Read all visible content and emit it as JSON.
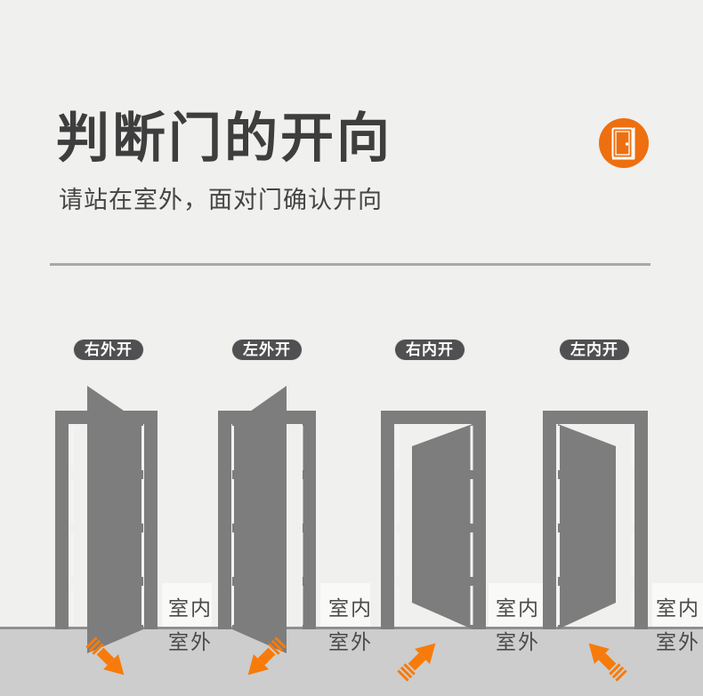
{
  "header": {
    "title": "判断门的开向",
    "subtitle": "请站在室外，面对门确认开向",
    "icon": "door-icon"
  },
  "labels": {
    "indoor": "室内",
    "outdoor": "室外"
  },
  "doors": [
    {
      "label": "右外开",
      "arrow_direction": "down-right"
    },
    {
      "label": "左外开",
      "arrow_direction": "down-left"
    },
    {
      "label": "右内开",
      "arrow_direction": "up-right"
    },
    {
      "label": "左内开",
      "arrow_direction": "up-left"
    }
  ],
  "colors": {
    "accent_orange": "#EE6F10",
    "arrow_orange": "#F77B0A",
    "door_gray": "#7D7D7D",
    "ground_band": "#CDCDCD",
    "ground_line": "#8F8F8F",
    "pill_background": "#504F51",
    "text_dark": "#3E3E3E"
  }
}
